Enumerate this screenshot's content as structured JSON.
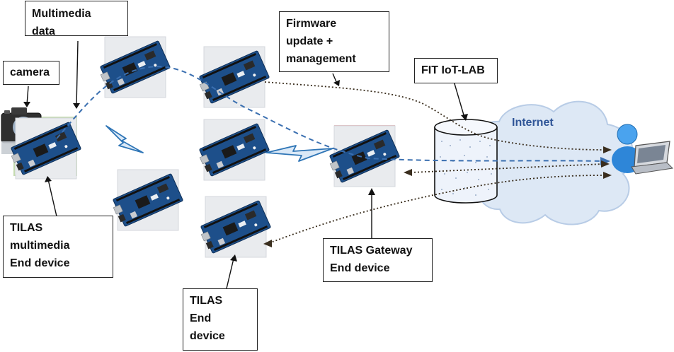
{
  "labels": {
    "multimedia_data": [
      "Multimedia",
      "data"
    ],
    "camera": "camera",
    "firmware": [
      "Firmware",
      "update +",
      "management"
    ],
    "fit_iot_lab": "FIT IoT-LAB",
    "internet": "Internet",
    "tilas_multimedia": [
      "TILAS",
      "multimedia",
      "End device"
    ],
    "tilas_gateway": [
      "TILAS Gateway",
      "End device"
    ],
    "tilas_end": [
      "TILAS",
      "End",
      "device"
    ]
  },
  "icons": {
    "board": "arduino-mega-board-icon",
    "camera": "camera-icon",
    "lightning": "wireless-link-icon",
    "database": "database-cylinder-icon",
    "cloud": "internet-cloud-icon",
    "user": "user-laptop-icon"
  },
  "colors": {
    "multimedia_highlight": "#c5dbb0",
    "gateway_highlight": "#e6b5b5",
    "wireless_link": "#2e75b6",
    "data_flow": "#3a6fb0",
    "control_flow": "#3a2e1e",
    "cloud": "#dde8f5",
    "database_fill": "#eef3fb",
    "board_pcb": "#1d4f8a"
  }
}
